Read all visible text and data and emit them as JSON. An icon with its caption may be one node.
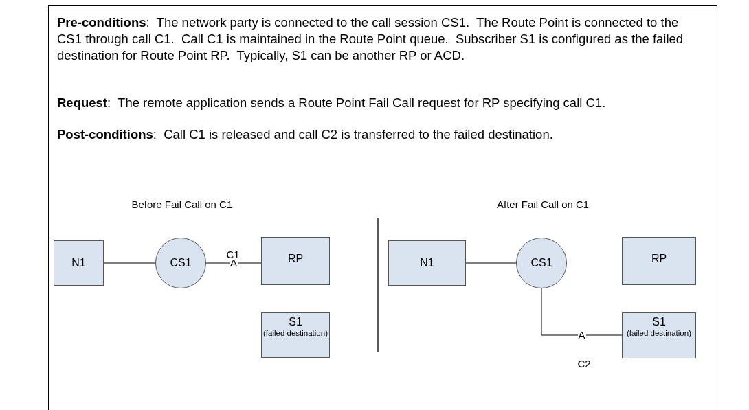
{
  "diagram": {
    "nodes": [
      {
        "text": [
          "N1"
        ]
      },
      {
        "text": [
          "CS1"
        ]
      },
      {
        "text": [
          "RP"
        ]
      },
      {
        "text": [
          "S1",
          "(failed destination)"
        ]
      },
      {
        "text": [
          "N1"
        ]
      },
      {
        "text": [
          "CS1"
        ]
      },
      {
        "text": [
          "RP"
        ]
      },
      {
        "text": [
          "S1",
          "(failed destination)"
        ]
      }
    ],
    "edges": [
      {
        "from": 0,
        "to": 1,
        "arrow": "none"
      },
      {
        "from": 1,
        "to": 2,
        "arrow": "none",
        "label": "A"
      },
      {
        "from": 4,
        "to": 5,
        "arrow": "none"
      },
      {
        "from": 5,
        "to": 7,
        "arrow": "none",
        "label": "A"
      }
    ],
    "labels": [
      "**Pre-conditions**:  The network party is connected to the call session CS1.  The Route Point is connected to the CS1 through call C1.  Call C1 is maintained in the Route Point queue.  Subscriber S1 is configured as the failed destination for Route Point RP.  Typically, S1 can be another RP or ACD.",
      "**Request**:  The remote application sends a Route Point Fail Call request for RP specifying call C1.",
      "**Post-conditions**:  Call C1 is released and call C2 is transferred to the failed destination.",
      "Before Fail Call on C1",
      "After Fail Call on C1",
      "C1",
      "C2"
    ]
  }
}
